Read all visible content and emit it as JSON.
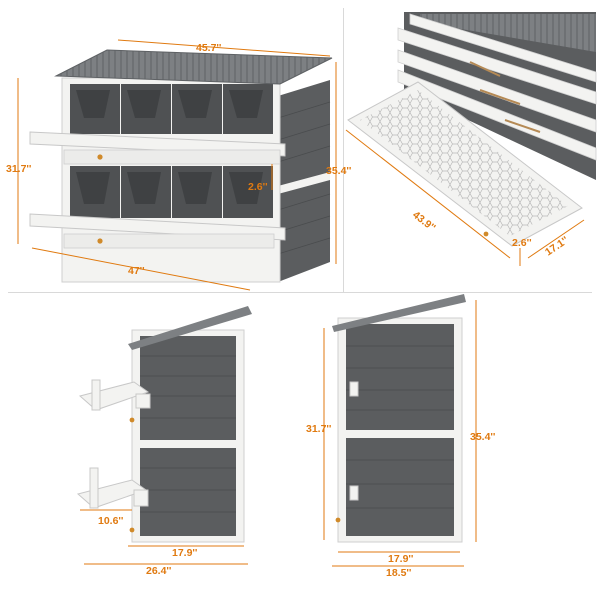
{
  "dimensions": {
    "front_width_top": "45.7''",
    "front_height_left": "31.7''",
    "front_height_right": "35.4''",
    "front_gap": "2.6''",
    "front_width_bottom": "47''",
    "tray_length": "43.9''",
    "tray_gap": "2.6''",
    "tray_depth": "17.1''",
    "side_perch": "10.6''",
    "side_inner_width": "17.9''",
    "side_outer_width": "26.4''",
    "back_height_left": "31.7''",
    "back_height_right": "35.4''",
    "back_inner_width": "17.9''",
    "back_outer_width": "18.5''"
  },
  "colors": {
    "panel_gray": "#5b5d5f",
    "roof_gray": "#7d8083",
    "frame_white": "#f3f3f1",
    "accent_orange": "#e07a10"
  }
}
